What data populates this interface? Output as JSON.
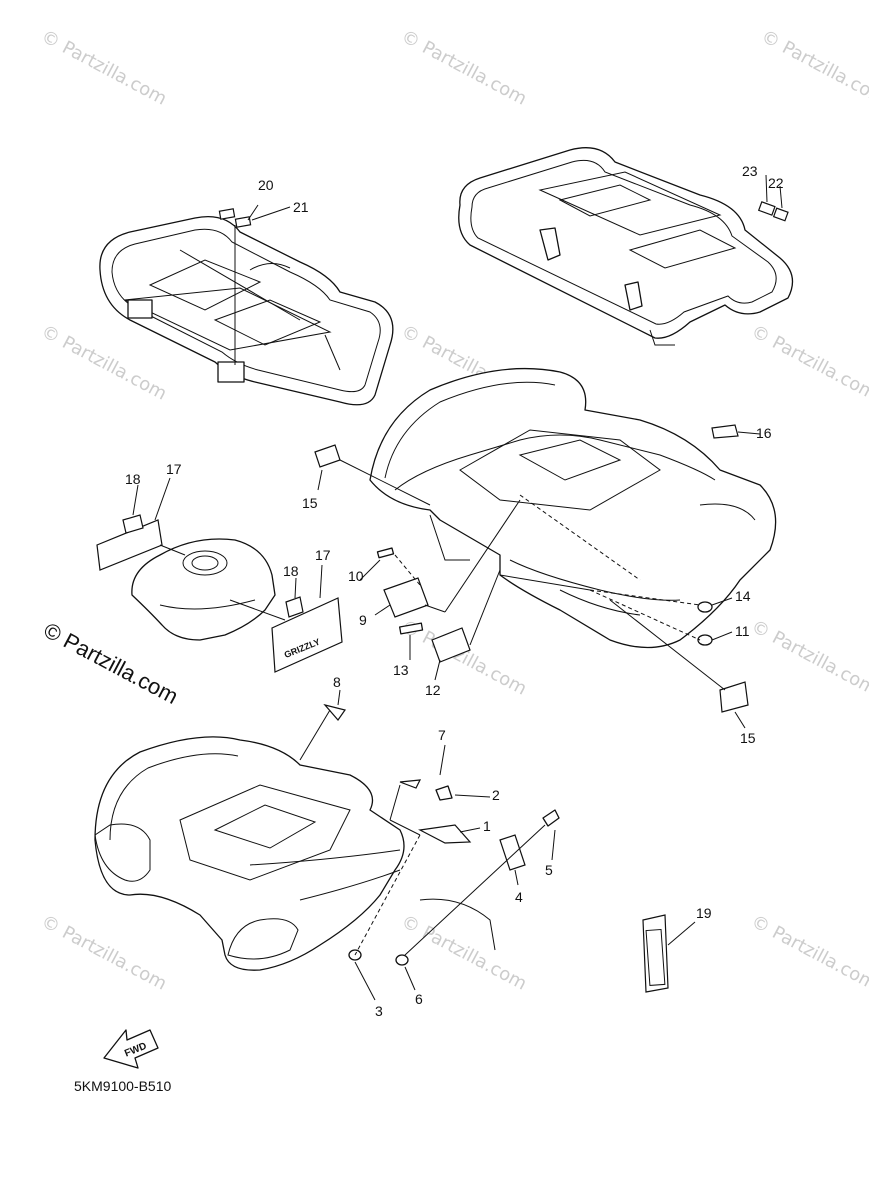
{
  "diagram": {
    "part_code": "5KM9100-B510",
    "fwd_label": "FWD",
    "watermark_text": "© Partzilla.com",
    "main_watermark_text": "© Partzilla.com",
    "callouts": {
      "c1": "1",
      "c2": "2",
      "c3": "3",
      "c4": "4",
      "c5": "5",
      "c6": "6",
      "c7": "7",
      "c8": "8",
      "c9": "9",
      "c10": "10",
      "c11": "11",
      "c12": "12",
      "c13": "13",
      "c14": "14",
      "c15a": "15",
      "c15b": "15",
      "c16": "16",
      "c17a": "17",
      "c17b": "17",
      "c18a": "18",
      "c18b": "18",
      "c19": "19",
      "c20": "20",
      "c21": "21",
      "c22": "22",
      "c23": "23"
    },
    "decal_text": "GRIZZLY",
    "colors": {
      "line": "#111111",
      "watermark": "#cccccc",
      "background": "#ffffff"
    }
  }
}
